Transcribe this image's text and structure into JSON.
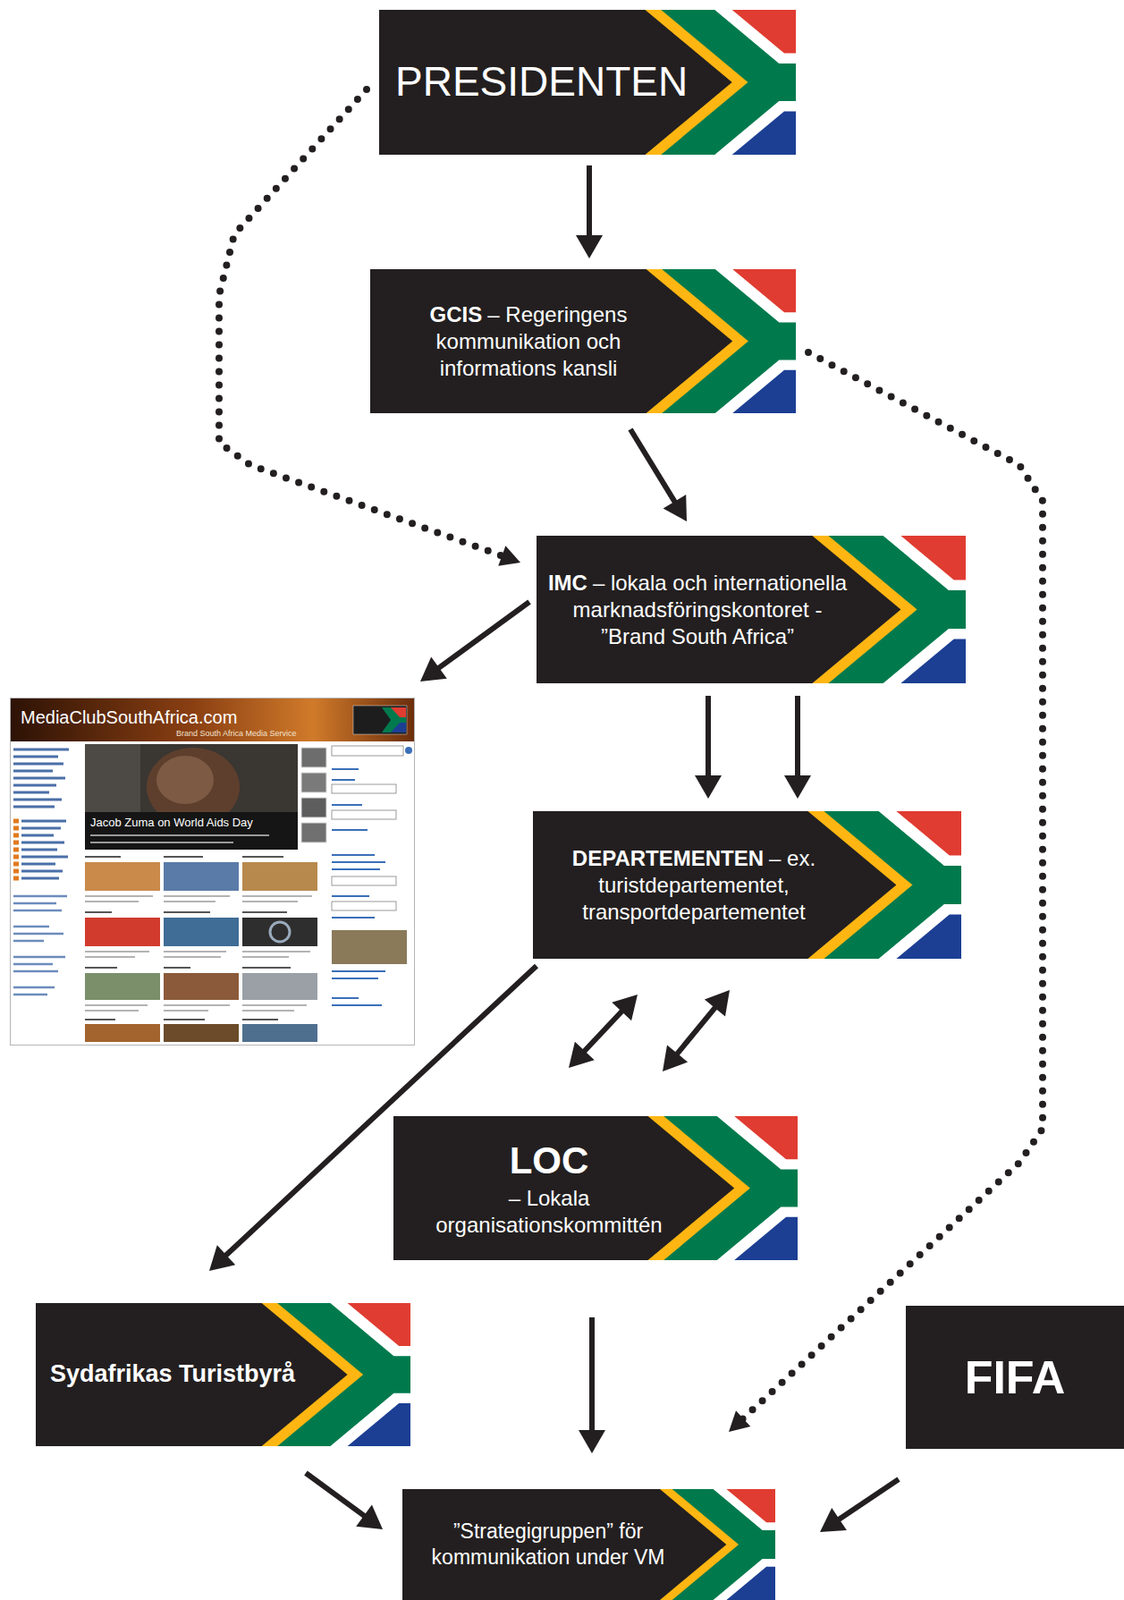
{
  "diagram": {
    "nodes": [
      {
        "text": [
          "PRESIDENTEN"
        ]
      },
      {
        "text": [
          "GCIS",
          "– Regeringens kommunikation och informations kansli"
        ]
      },
      {
        "text": [
          "IMC",
          "– lokala och internationella marknadsföringskontoret - ”Brand South Africa”"
        ]
      },
      {
        "text": [
          "MediaClubSouthAfrica.com",
          "Brand South Africa Media Service",
          "Jacob Zuma on World Aids Day"
        ]
      },
      {
        "text": [
          "DEPARTEMENTEN",
          "– ex. turistdepartementet, transportdepartementet"
        ]
      },
      {
        "text": [
          "LOC",
          "– Lokala organisationskommittén"
        ]
      },
      {
        "text": [
          "Sydafrikas Turistbyrå"
        ]
      },
      {
        "text": [
          "FIFA"
        ]
      },
      {
        "text": [
          "”Strategigruppen” för kommunikation under VM"
        ]
      }
    ],
    "edges": [
      {
        "from": 0,
        "to": 1,
        "arrow": "to"
      },
      {
        "from": 0,
        "to": 2,
        "arrow": "to"
      },
      {
        "from": 1,
        "to": 2,
        "arrow": "to"
      },
      {
        "from": 1,
        "to": 8,
        "arrow": "to"
      },
      {
        "from": 2,
        "to": 3,
        "arrow": "to"
      },
      {
        "from": 2,
        "to": 4,
        "arrow": "to"
      },
      {
        "from": 2,
        "to": 4,
        "arrow": "to"
      },
      {
        "from": 4,
        "to": 5,
        "arrow": "both"
      },
      {
        "from": 4,
        "to": 5,
        "arrow": "both"
      },
      {
        "from": 4,
        "to": 6,
        "arrow": "to"
      },
      {
        "from": 5,
        "to": 8,
        "arrow": "to"
      },
      {
        "from": 6,
        "to": 8,
        "arrow": "to"
      },
      {
        "from": 7,
        "to": 8,
        "arrow": "to"
      }
    ]
  }
}
